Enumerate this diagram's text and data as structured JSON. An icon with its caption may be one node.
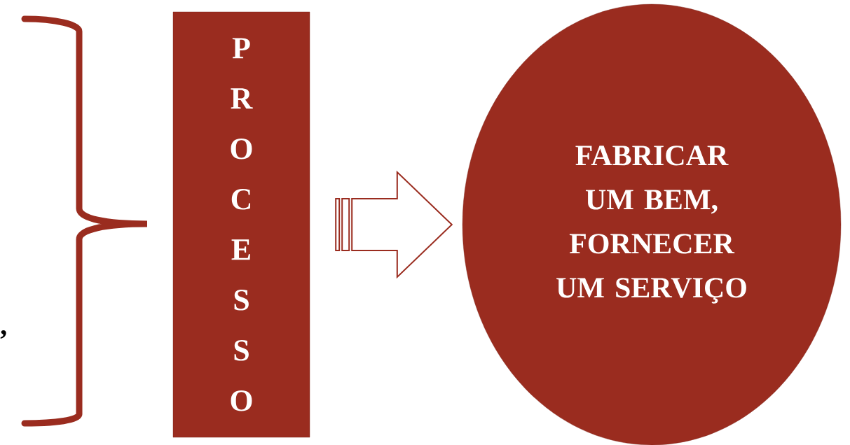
{
  "diagram": {
    "nodes": [
      {
        "text": [
          "P R O C E S S O"
        ]
      },
      {
        "text": [
          "FABRICAR UM BEM, FORNECER UM SERVIÇO"
        ]
      }
    ],
    "edges": [
      {
        "from": 0,
        "to": 1,
        "arrow": "to"
      }
    ],
    "labels": [
      ","
    ]
  }
}
